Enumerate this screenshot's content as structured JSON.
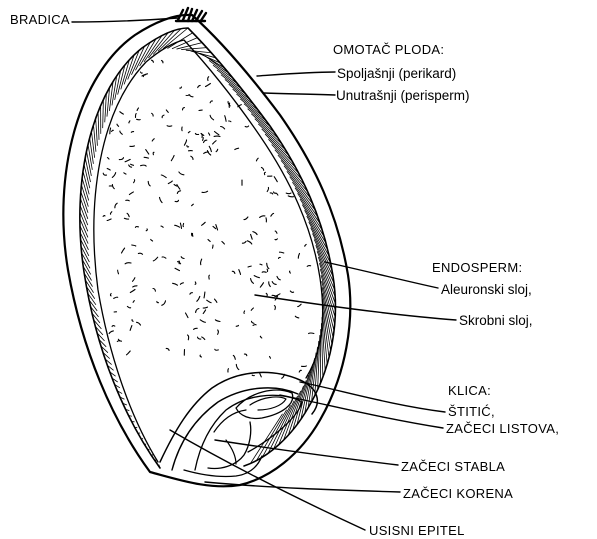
{
  "labels": {
    "bradica": "BRADICA",
    "omotac_ploda": "OMOTAČ PLODA:",
    "spoljasnji": "Spoljašnji (perikard)",
    "unutrasnji": "Unutrašnji (perisperm)",
    "endosperm": "ENDOSPERM:",
    "aleuronski": "Aleuronski sloj,",
    "skrobni": "Skrobni sloj,",
    "klica": "KLICA:",
    "stitic": "ŠTITIĆ,",
    "zaceci_listova": "ZAČECI LISTOVA,",
    "zaceci_stabla": "ZAČECI STABLA",
    "zaceci_korena": "ZAČECI KORENA",
    "usisni_epitel": "USISNI EPITEL"
  }
}
